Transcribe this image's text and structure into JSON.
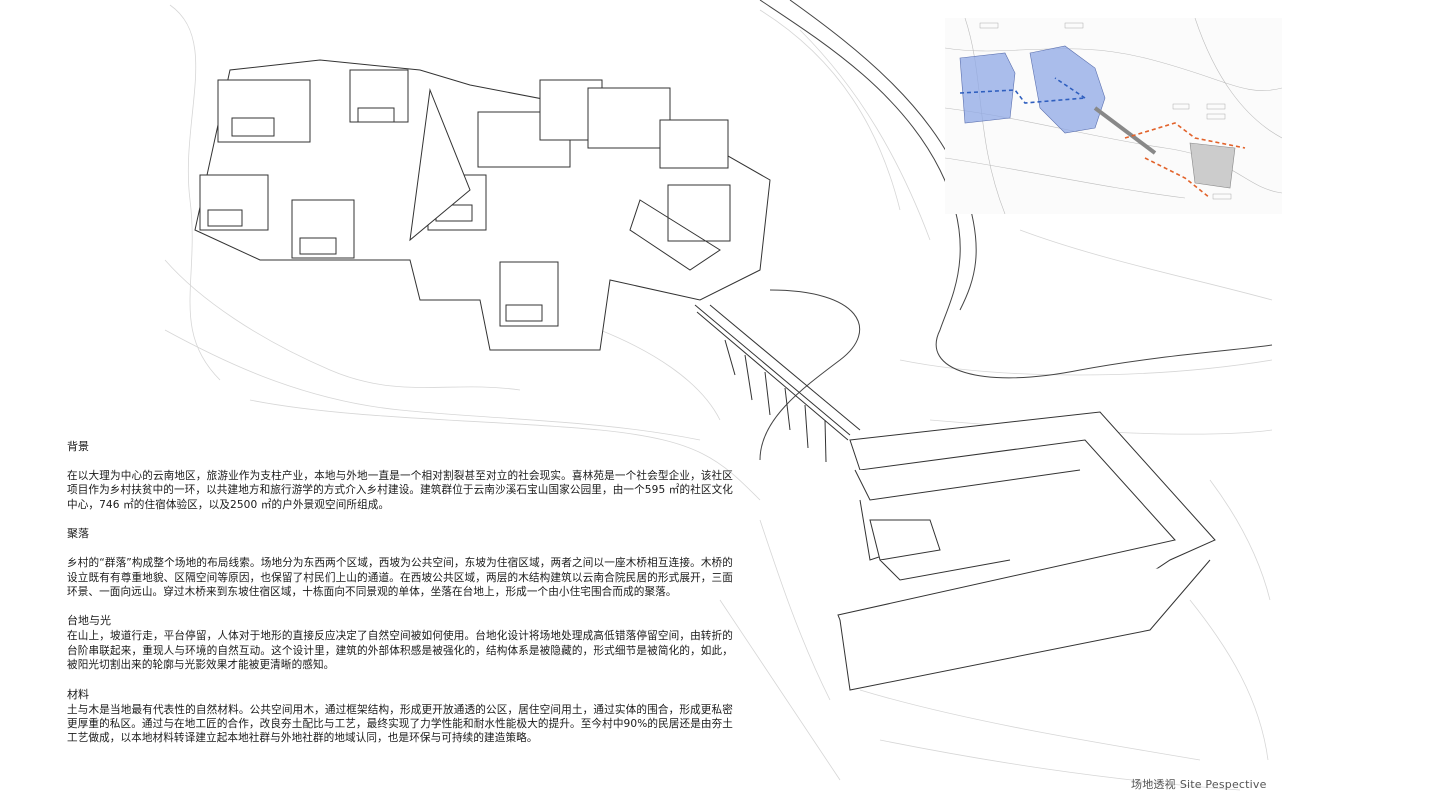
{
  "sections": [
    {
      "heading": "背景",
      "body": "在以大理为中心的云南地区，旅游业作为支柱产业，本地与外地一直是一个相对割裂甚至对立的社会现实。喜林苑是一个社会型企业，该社区项目作为乡村扶贫中的一环，以共建地方和旅行游学的方式介入乡村建设。建筑群位于云南沙溪石宝山国家公园里，由一个595 ㎡的社区文化中心，746 ㎡的住宿体验区，以及2500 ㎡的户外景观空间所组成。"
    },
    {
      "heading": "聚落",
      "body": "乡村的“群落”构成整个场地的布局线索。场地分为东西两个区域，西坡为公共空间，东坡为住宿区域，两者之间以一座木桥相互连接。木桥的设立既有有尊重地貌、区隔空间等原因，也保留了村民们上山的通道。在西坡公共区域，两层的木结构建筑以云南合院民居的形式展开，三面环景、一面向远山。穿过木桥来到东坡住宿区域，十栋面向不同景观的单体，坐落在台地上，形成一个由小住宅围合而成的聚落。"
    },
    {
      "heading": "台地与光",
      "body": "在山上，坡道行走，平台停留，人体对于地形的直接反应决定了自然空间被如何使用。台地化设计将场地处理成高低错落停留空间，由转折的台阶串联起来，重现人与环境的自然互动。这个设计里，建筑的外部体积感是被强化的，结构体系是被隐藏的，形式细节是被简化的，如此，被阳光切割出来的轮廓与光影效果才能被更清晰的感知。"
    },
    {
      "heading": "材料",
      "body": "土与木是当地最有代表性的自然材料。公共空间用木，通过框架结构，形成更开放通透的公区，居住空间用土，通过实体的围合，形成更私密更厚重的私区。通过与在地工匠的合作，改良夯土配比与工艺，最终实现了力学性能和耐水性能极大的提升。至今村中90%的民居还是由夯土工艺做成，以本地材料转译建立起本地社群与外地社群的地域认同，也是环保与可持续的建造策略。"
    }
  ],
  "caption": {
    "zh": "场地透视",
    "en": "Site Pespective"
  },
  "colors": {
    "line": "#333333",
    "contour": "#cfcfcf",
    "inset_blue": "#8fa8e6",
    "inset_orange": "#e2622a"
  }
}
